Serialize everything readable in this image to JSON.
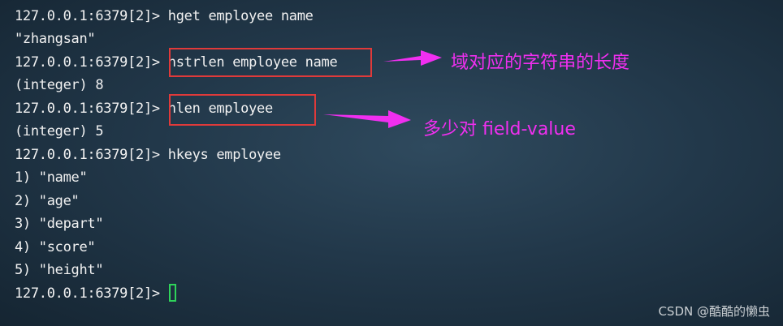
{
  "terminal": {
    "lines": [
      {
        "prompt": "127.0.0.1:6379[2]>",
        "command": "hget employee name"
      },
      {
        "output": "\"zhangsan\""
      },
      {
        "prompt": "127.0.0.1:6379[2]>",
        "command": "hstrlen employee name"
      },
      {
        "output": "(integer) 8"
      },
      {
        "prompt": "127.0.0.1:6379[2]>",
        "command": "hlen employee"
      },
      {
        "output": "(integer) 5"
      },
      {
        "prompt": "127.0.0.1:6379[2]>",
        "command": "hkeys employee"
      },
      {
        "output": "1) \"name\""
      },
      {
        "output": "2) \"age\""
      },
      {
        "output": "3) \"depart\""
      },
      {
        "output": "4) \"score\""
      },
      {
        "output": "5) \"height\""
      },
      {
        "prompt": "127.0.0.1:6379[2]>",
        "command": ""
      }
    ]
  },
  "annotations": {
    "note1": "域对应的字符串的长度",
    "note2": "多少对 field-value",
    "box_color": "#e03a3a",
    "arrow_color": "#f02ff0"
  },
  "watermark": "CSDN @酷酷的懒虫",
  "colors": {
    "text": "#f2f2f2",
    "cursor": "#2fd35a"
  }
}
